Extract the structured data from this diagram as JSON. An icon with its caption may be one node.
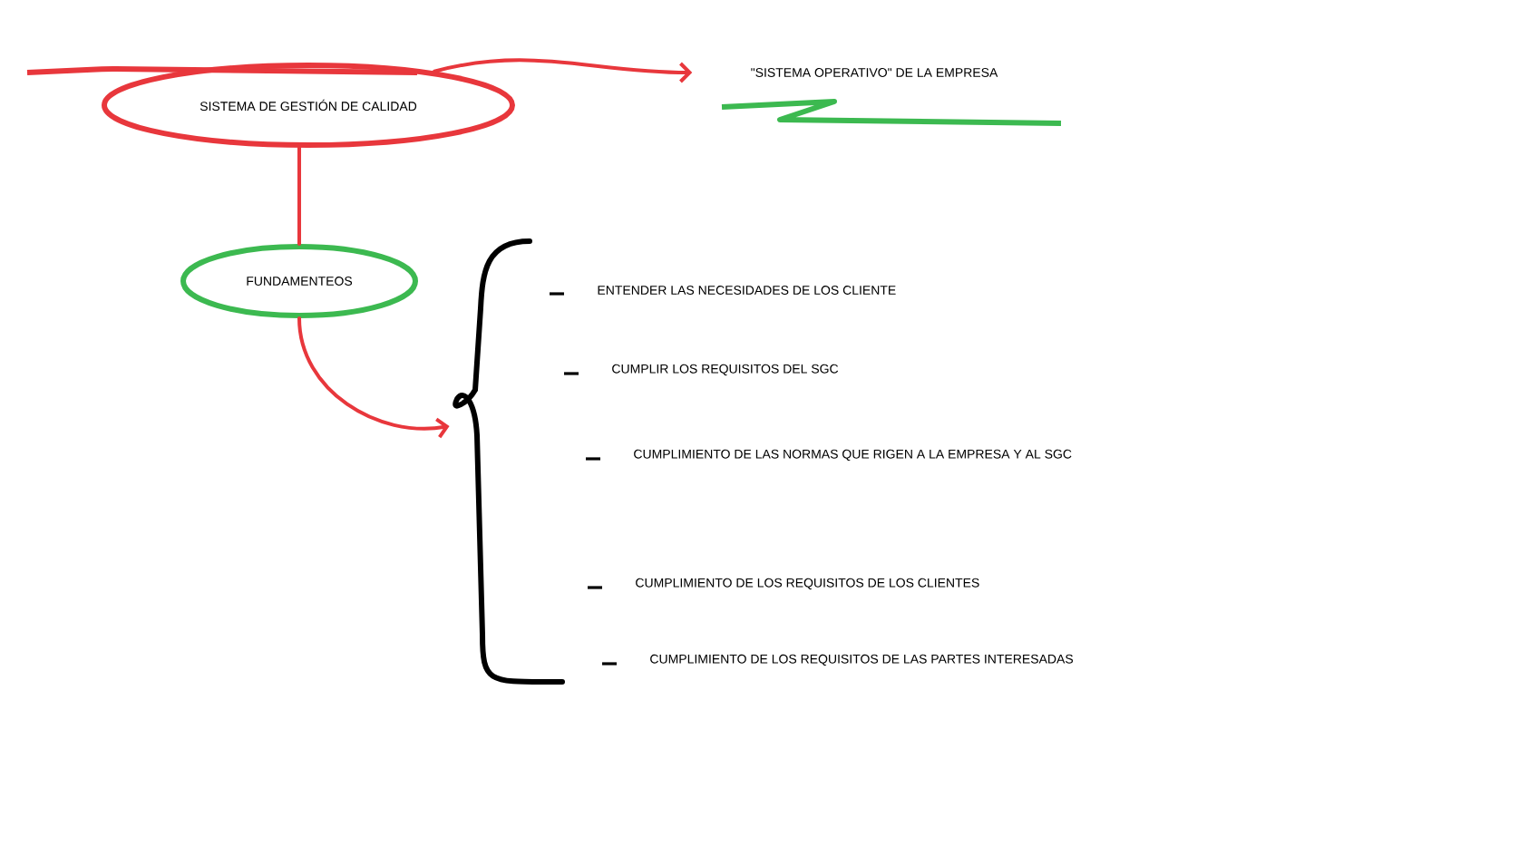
{
  "diagram": {
    "nodes": [
      {
        "text": [
          "SISTEMA DE GESTIÓN DE CALIDAD"
        ]
      },
      {
        "text": [
          "\"SISTEMA OPERATIVO\" DE LA EMPRESA"
        ]
      },
      {
        "text": [
          "FUNDAMENTEOS"
        ]
      },
      {
        "text": [],
        "shape": "brace"
      },
      {
        "text": [
          "ENTENDER LAS NECESIDADES DE LOS CLIENTE"
        ]
      },
      {
        "text": [
          "CUMPLIR LOS REQUISITOS DEL SGC"
        ]
      },
      {
        "text": [
          "CUMPLIMIENTO DE LAS NORMAS QUE RIGEN A LA EMPRESA Y AL SGC"
        ]
      },
      {
        "text": [
          "CUMPLIMIENTO DE LOS REQUISITOS DE LOS CLIENTES"
        ]
      },
      {
        "text": [
          "CUMPLIMIENTO DE LOS REQUISITOS DE LAS PARTES INTERESADAS"
        ]
      }
    ],
    "edges": [
      {
        "from": 0,
        "to": 1,
        "arrow": "to"
      },
      {
        "from": 0,
        "to": 2,
        "arrow": "none"
      },
      {
        "from": 2,
        "to": 3,
        "arrow": "to"
      }
    ]
  }
}
